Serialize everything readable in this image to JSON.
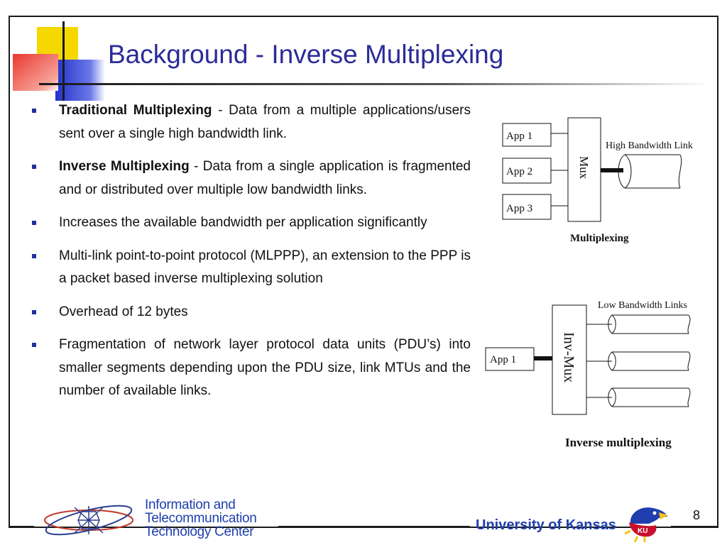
{
  "slide": {
    "title": "Background - Inverse Multiplexing",
    "page_number": "8"
  },
  "bullets": [
    {
      "bold": "Traditional Multiplexing",
      "text": " - Data from a multiple applications/users sent over a single high bandwidth link."
    },
    {
      "bold": "Inverse Multiplexing",
      "text": " - Data from a single application is fragmented and or distributed over multiple low bandwidth  links."
    },
    {
      "bold": "",
      "text": "Increases the available bandwidth per application significantly"
    },
    {
      "bold": "",
      "text": "Multi-link point-to-point protocol (MLPPP), an extension to the PPP is a packet based inverse multiplexing solution"
    },
    {
      "bold": "",
      "text": "Overhead of 12 bytes"
    },
    {
      "bold": "",
      "text": "Fragmentation of network layer protocol data units (PDU’s) into smaller segments depending upon the PDU size, link MTUs and the number of available links."
    }
  ],
  "diagram_mux": {
    "apps": [
      "App 1",
      "App 2",
      "App 3"
    ],
    "mux_label": "Mux",
    "link_label": "High Bandwidth Link",
    "caption": "Multiplexing"
  },
  "diagram_inv": {
    "app": "App 1",
    "mux_label": "Inv-Mux",
    "link_label": "Low Bandwidth Links",
    "caption": "Inverse multiplexing"
  },
  "footer": {
    "itc_lines": [
      "Information and",
      "Telecommunication",
      "Technology Center"
    ],
    "university": "University of Kansas",
    "ku_logo_text": "KU"
  },
  "colors": {
    "title": "#2b2b99",
    "accent_blue": "#1f3fae",
    "bullet": "#1f2f9f",
    "deco_yellow": "#f5d800",
    "deco_red": "#e8382f",
    "deco_blue": "#2233cc"
  }
}
